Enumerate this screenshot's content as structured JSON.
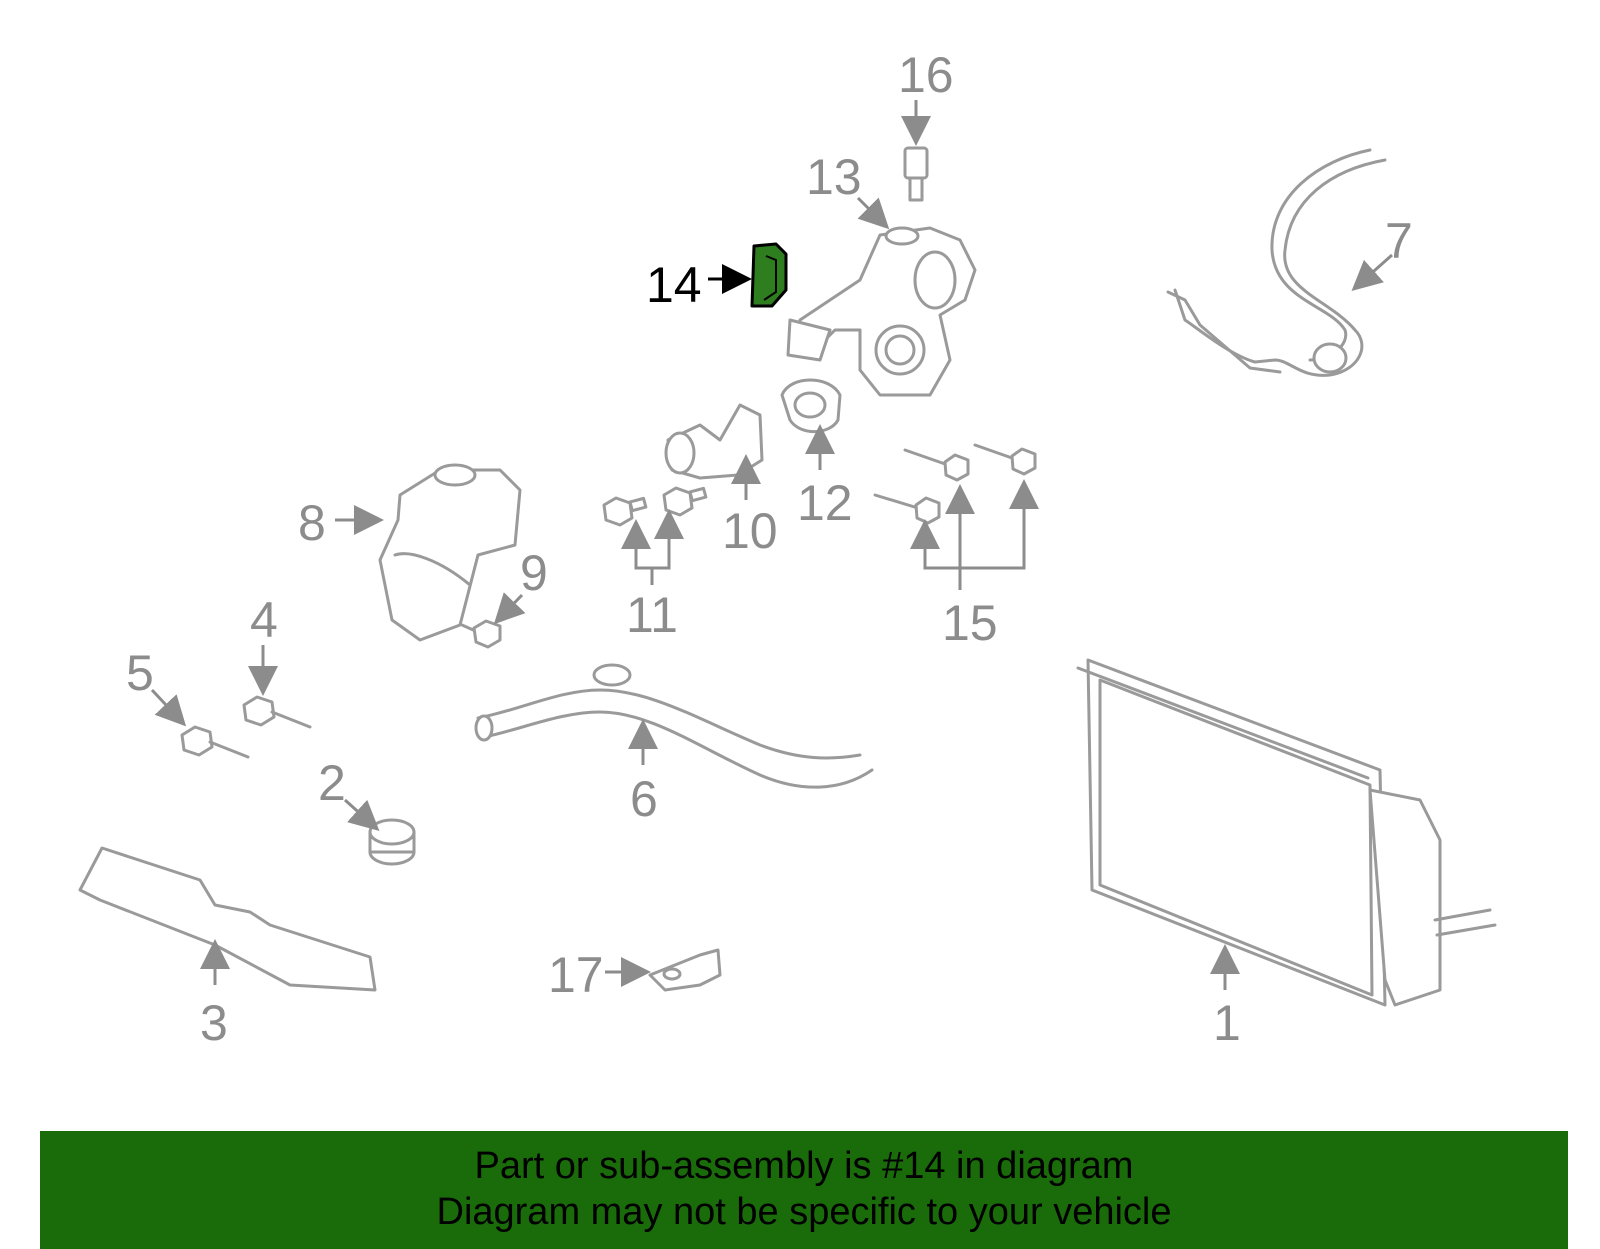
{
  "diagram": {
    "highlight_color": "#2e7d1f",
    "highlighted_part": "14",
    "callouts": [
      "1",
      "2",
      "3",
      "4",
      "5",
      "6",
      "7",
      "8",
      "9",
      "10",
      "11",
      "12",
      "13",
      "14",
      "15",
      "16",
      "17"
    ]
  },
  "banner": {
    "background": "#1a6b0a",
    "line1": "Part or sub-assembly is #14 in diagram",
    "line2": "Diagram may not be specific to your vehicle"
  }
}
